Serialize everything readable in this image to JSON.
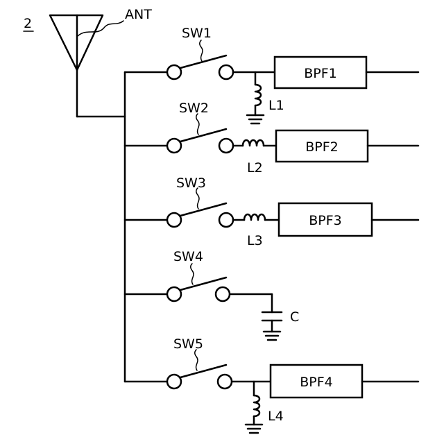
{
  "figure_ref": "2",
  "antenna_label": "ANT",
  "switches": [
    "SW1",
    "SW2",
    "SW3",
    "SW4",
    "SW5"
  ],
  "filters": [
    "BPF1",
    "BPF2",
    "BPF3",
    "BPF4"
  ],
  "inductors": [
    "L1",
    "L2",
    "L3",
    "L4"
  ],
  "capacitor": "C"
}
